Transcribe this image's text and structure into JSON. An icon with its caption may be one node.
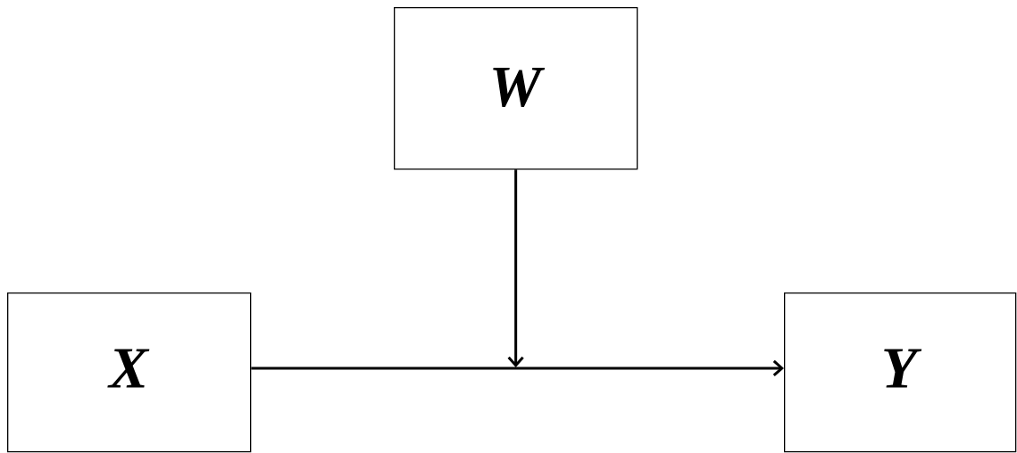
{
  "diagram": {
    "nodes": [
      {
        "text": [
          "W"
        ]
      },
      {
        "text": [
          "X"
        ]
      },
      {
        "text": [
          "Y"
        ]
      }
    ],
    "edges": [
      {
        "from": 1,
        "to": 2,
        "arrow": "to"
      },
      {
        "from": 0,
        "to": null,
        "arrow": "to"
      }
    ]
  }
}
